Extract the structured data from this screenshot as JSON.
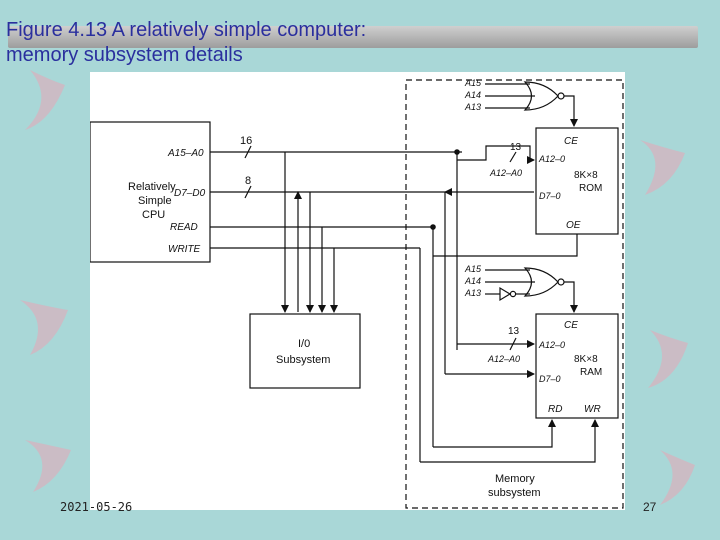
{
  "slide": {
    "title_line1": "Figure 4.13 A relatively simple computer:",
    "title_line2": "memory subsystem details",
    "date": "2021-05-26",
    "page_number": "27"
  },
  "colors": {
    "background": "#a9d7d7",
    "title": "#2a2f9e",
    "decoration": "#e8a6b6"
  },
  "diagram": {
    "cpu": {
      "line1": "Relatively",
      "line2": "Simple",
      "line3": "CPU",
      "addr": "A15–A0",
      "data": "D7–D0",
      "read": "READ",
      "write": "WRITE"
    },
    "bus": {
      "addr_width": "16",
      "data_width": "8",
      "addr_width_mem": "13"
    },
    "io": {
      "line1": "I/0",
      "line2": "Subsystem"
    },
    "rom": {
      "ce": "CE",
      "addr": "A12–0",
      "size": "8K×8",
      "type": "ROM",
      "data": "D7–0",
      "oe": "OE"
    },
    "ram": {
      "ce": "CE",
      "addr": "A12–0",
      "size": "8K×8",
      "type": "RAM",
      "data": "D7–0",
      "rd": "RD",
      "wr": "WR"
    },
    "addr_in_label": "A12–A0",
    "gate_inputs": [
      "A15",
      "A14",
      "A13"
    ],
    "mem": {
      "line1": "Memory",
      "line2": "subsystem"
    }
  }
}
